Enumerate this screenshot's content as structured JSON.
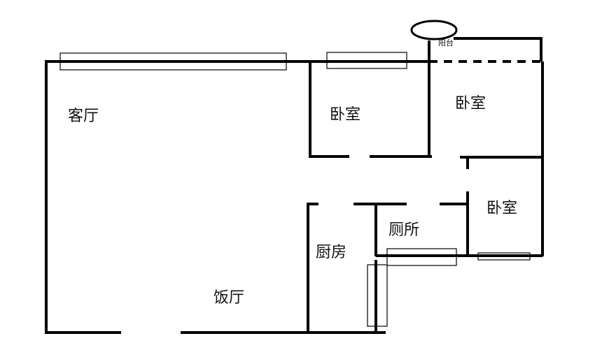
{
  "rooms": {
    "living_room": "客厅",
    "bedroom_1": "卧室",
    "bedroom_2": "卧室",
    "bedroom_3": "卧室",
    "toilet": "厕所",
    "kitchen": "厨房",
    "dining_room": "饭厅",
    "balcony": "阳台"
  },
  "colors": {
    "wall": "#000000",
    "background": "#ffffff"
  }
}
